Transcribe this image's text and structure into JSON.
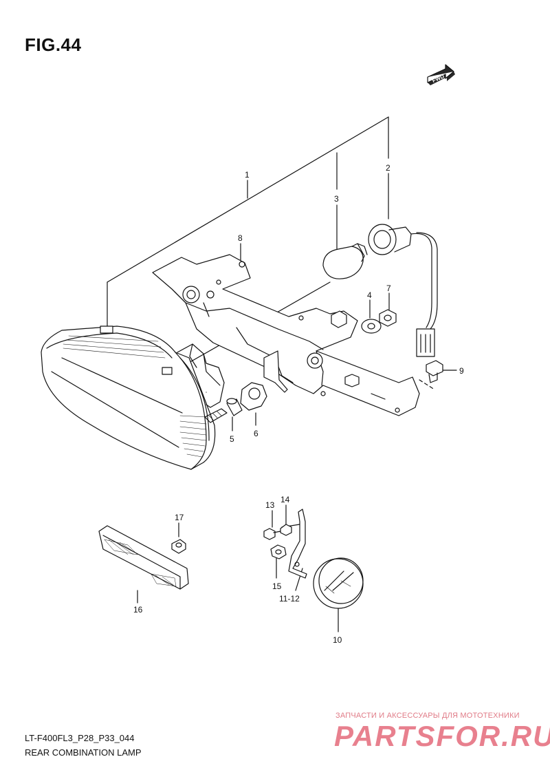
{
  "figure": {
    "title": "FIG.44",
    "code": "LT-F400FL3_P28_P33_044",
    "caption": "REAR COMBINATION LAMP",
    "fwd_label": "FWD"
  },
  "callouts": [
    {
      "id": "c1",
      "label": "1"
    },
    {
      "id": "c2",
      "label": "2"
    },
    {
      "id": "c3",
      "label": "3"
    },
    {
      "id": "c4",
      "label": "4"
    },
    {
      "id": "c5",
      "label": "5"
    },
    {
      "id": "c6",
      "label": "6"
    },
    {
      "id": "c7",
      "label": "7"
    },
    {
      "id": "c8",
      "label": "8"
    },
    {
      "id": "c9",
      "label": "9"
    },
    {
      "id": "c10",
      "label": "10"
    },
    {
      "id": "c11",
      "label": "11-12"
    },
    {
      "id": "c13",
      "label": "13"
    },
    {
      "id": "c14",
      "label": "14"
    },
    {
      "id": "c15",
      "label": "15"
    },
    {
      "id": "c16",
      "label": "16"
    },
    {
      "id": "c17",
      "label": "17"
    }
  ],
  "watermark": {
    "tagline": "ЗАПЧАСТИ И АКСЕССУАРЫ ДЛЯ МОТОТЕХНИКИ",
    "logo": "PARTSFOR.RU",
    "color": "#e46b7b"
  }
}
